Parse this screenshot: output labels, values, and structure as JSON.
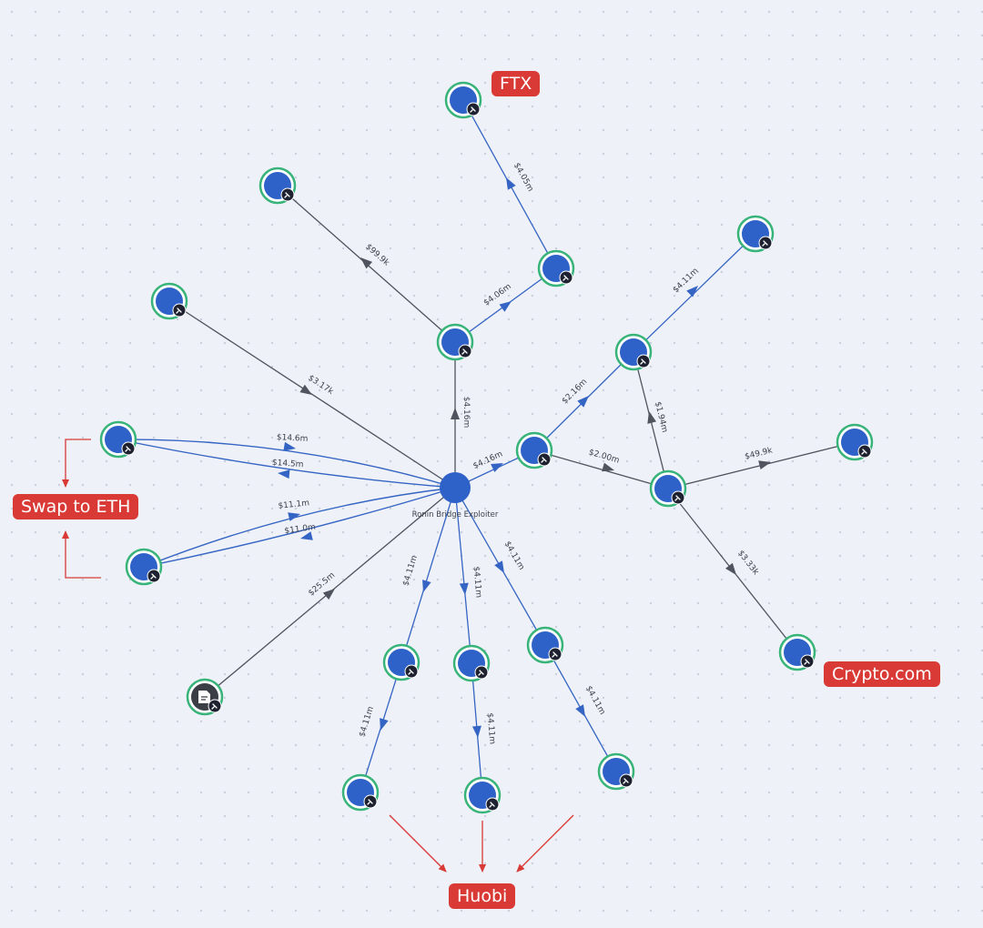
{
  "center_node": {
    "label": "Ronin Bridge Exploiter"
  },
  "annotations": {
    "ftx": "FTX",
    "swap": "Swap to ETH",
    "crypto": "Crypto.com",
    "huobi": "Huobi"
  },
  "edges": {
    "e_14_6m": "$14.6m",
    "e_14_5m": "$14.5m",
    "e_11_1m": "$11.1m",
    "e_11_0m": "$11.0m",
    "e_25_5m": "$25.5m",
    "e_3_17k": "$3.17k",
    "e_4_16m_up": "$4.16m",
    "e_99_9k": "$99.9k",
    "e_4_06m": "$4.06m",
    "e_4_05m": "$4.05m",
    "e_4_16m_right": "$4.16m",
    "e_2_16m": "$2.16m",
    "e_4_11m_ne": "$4.11m",
    "e_1_94m": "$1.94m",
    "e_2_00m": "$2.00m",
    "e_49_9k": "$49.9k",
    "e_3_33k": "$3.33k",
    "e_4_11m_a": "$4.11m",
    "e_4_11m_b": "$4.11m",
    "e_4_11m_c": "$4.11m",
    "e_4_11m_d": "$4.11m",
    "e_4_11m_e": "$4.11m",
    "e_4_11m_f": "$4.11m"
  },
  "colors": {
    "node_fill": "#2f62c8",
    "node_ring": "#38b47a",
    "blue_edge": "#3565c4",
    "gray_edge": "#4f545e",
    "annotation": "#d93a35"
  },
  "icons": {
    "wallet_badge": "pin-icon",
    "contract_node": "document-icon"
  }
}
